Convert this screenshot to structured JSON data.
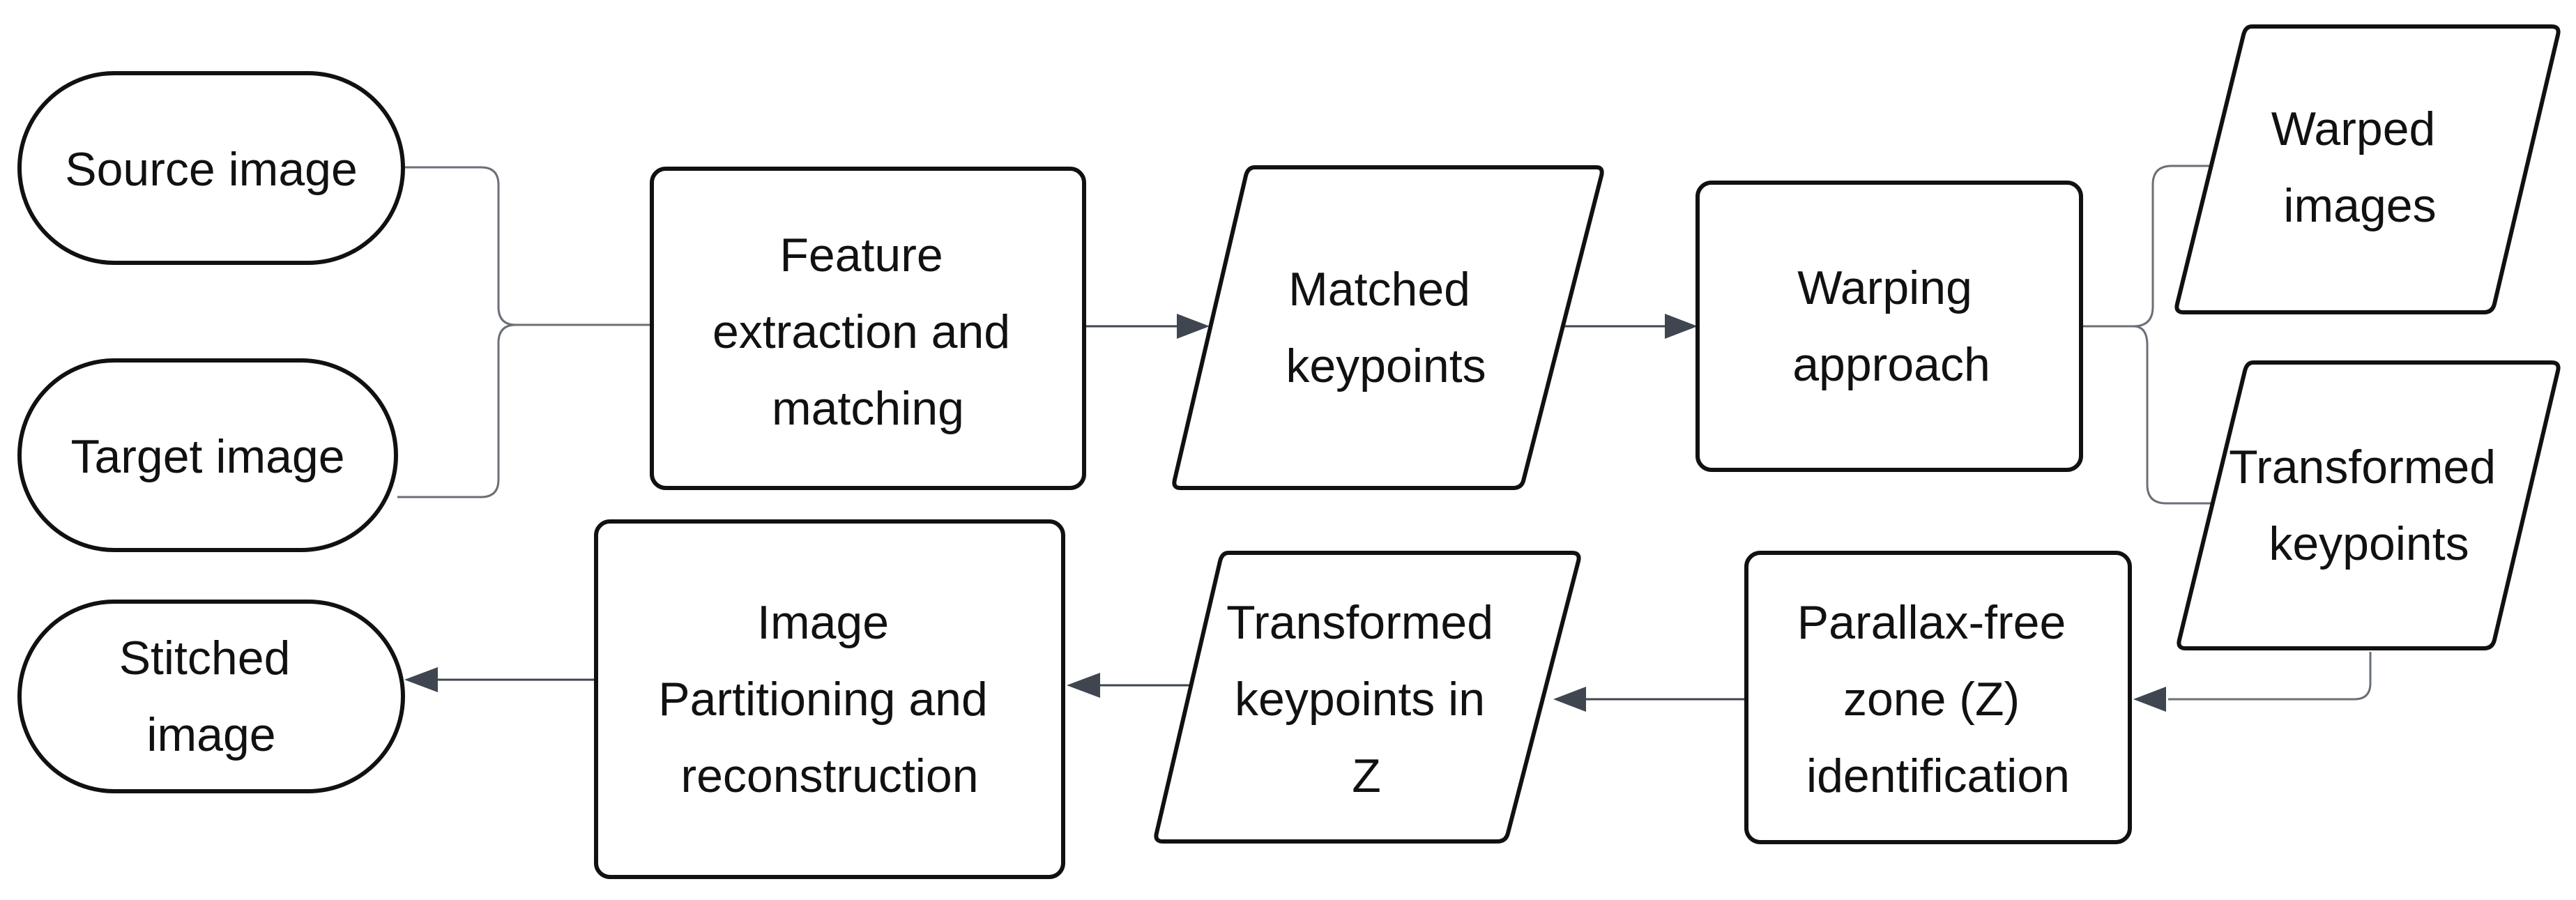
{
  "diagram": {
    "nodes": {
      "source": {
        "lines": [
          "Source image"
        ],
        "shape": "terminal"
      },
      "target": {
        "lines": [
          "Target image"
        ],
        "shape": "terminal"
      },
      "feature": {
        "lines": [
          "Feature",
          "extraction and",
          "matching"
        ],
        "shape": "process"
      },
      "matched": {
        "lines": [
          "Matched",
          "keypoints"
        ],
        "shape": "data"
      },
      "warping": {
        "lines": [
          "Warping",
          "approach"
        ],
        "shape": "process"
      },
      "warped": {
        "lines": [
          "Warped",
          "images"
        ],
        "shape": "data"
      },
      "transformed": {
        "lines": [
          "Transformed",
          "keypoints"
        ],
        "shape": "data"
      },
      "parallax": {
        "lines": [
          "Parallax-free",
          "zone (Z)",
          "identification"
        ],
        "shape": "process"
      },
      "transformed_z": {
        "lines": [
          "Transformed",
          "keypoints in",
          "Z"
        ],
        "shape": "data"
      },
      "partition": {
        "lines": [
          "Image",
          "Partitioning and",
          "reconstruction"
        ],
        "shape": "process"
      },
      "stitched": {
        "lines": [
          "Stitched",
          "image"
        ],
        "shape": "terminal"
      }
    },
    "edges": [
      {
        "from": "source",
        "to": "feature"
      },
      {
        "from": "target",
        "to": "feature"
      },
      {
        "from": "feature",
        "to": "matched"
      },
      {
        "from": "matched",
        "to": "warping"
      },
      {
        "from": "warping",
        "to": "warped"
      },
      {
        "from": "warping",
        "to": "transformed"
      },
      {
        "from": "transformed",
        "to": "parallax"
      },
      {
        "from": "parallax",
        "to": "transformed_z"
      },
      {
        "from": "transformed_z",
        "to": "partition"
      },
      {
        "from": "partition",
        "to": "stitched"
      }
    ],
    "colors": {
      "node_stroke": "#111111",
      "node_fill": "#ffffff",
      "connector": "#6b6f76",
      "arrow": "#3f4650",
      "text": "#111111"
    }
  }
}
